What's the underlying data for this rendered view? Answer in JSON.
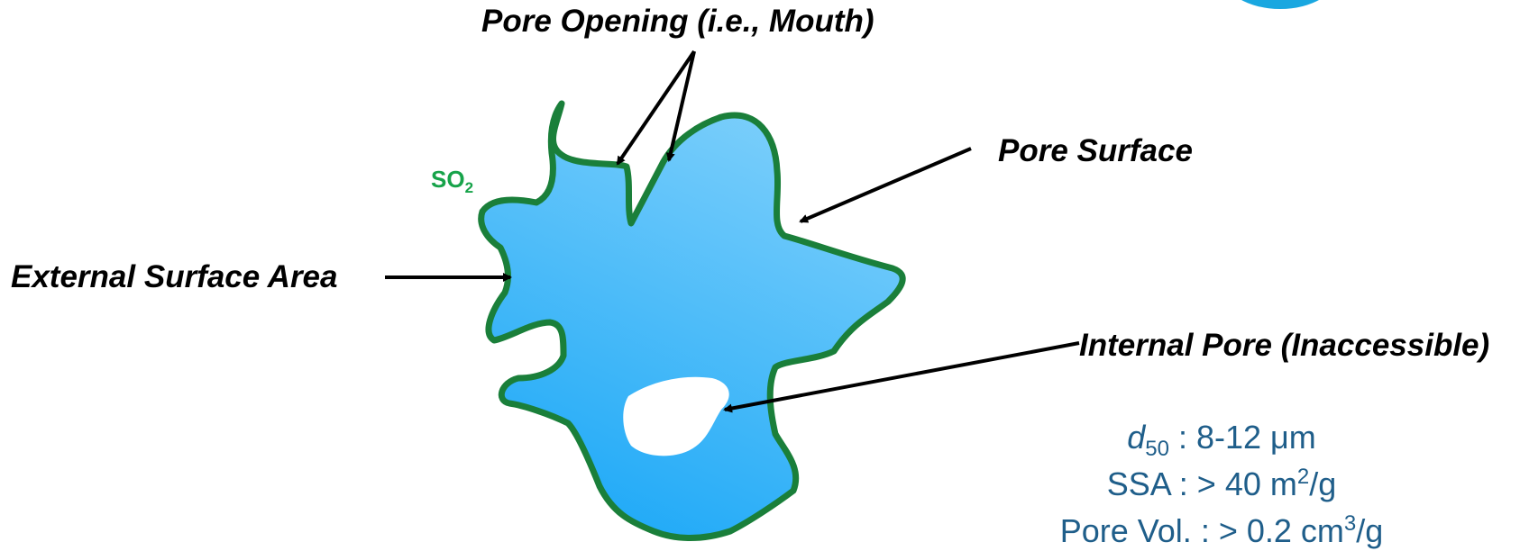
{
  "labels": {
    "pore_opening": "Pore Opening (i.e., Mouth)",
    "pore_surface": "Pore Surface",
    "external_surface_area": "External Surface Area",
    "internal_pore": "Internal Pore (Inaccessible)"
  },
  "molecule": {
    "text": "SO",
    "subscript": "2"
  },
  "stats": {
    "d50_var": "d",
    "d50_sub": "50",
    "d50_rest": " : 8-12 μm",
    "ssa_prefix": "SSA : > 40 m",
    "ssa_sup": "2",
    "ssa_suffix": "/g",
    "pore_vol_prefix": "Pore Vol. : > 0.2 cm",
    "pore_vol_sup": "3",
    "pore_vol_suffix": "/g"
  },
  "colors": {
    "particle_top": "#7fd0fb",
    "particle_bottom": "#1ea9f7",
    "outline": "#1a7f3a",
    "so2_text": "#17a34a",
    "stats_text": "#1f5e8a",
    "badge": "#19a7e0",
    "arrow": "#000000",
    "internal_pore": "#ffffff"
  }
}
